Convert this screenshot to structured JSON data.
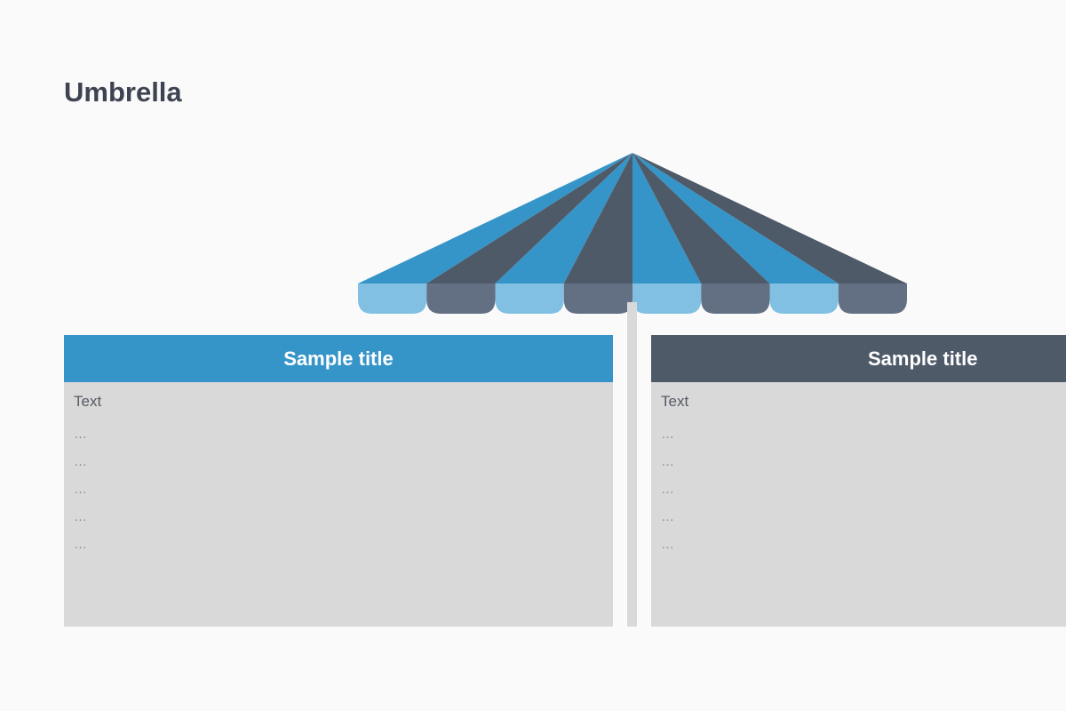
{
  "slide": {
    "title": "Umbrella"
  },
  "colors": {
    "blue": "#3595c8",
    "slate": "#4f5a69",
    "blue_light": "#81c0e2",
    "slate_light": "#637083",
    "pole": "#d9d9d9",
    "panel_body": "#d9d9d9"
  },
  "umbrella": {
    "segments": 8,
    "pattern": [
      "blue",
      "slate",
      "blue",
      "slate",
      "blue",
      "slate",
      "blue",
      "slate"
    ]
  },
  "panels": [
    {
      "title": "Sample title",
      "header_color": "#3595c8",
      "text": "Text",
      "items": [
        "…",
        "…",
        "…",
        "…",
        "…"
      ]
    },
    {
      "title": "Sample title",
      "header_color": "#4f5a69",
      "text": "Text",
      "items": [
        "…",
        "…",
        "…",
        "…",
        "…"
      ]
    }
  ]
}
